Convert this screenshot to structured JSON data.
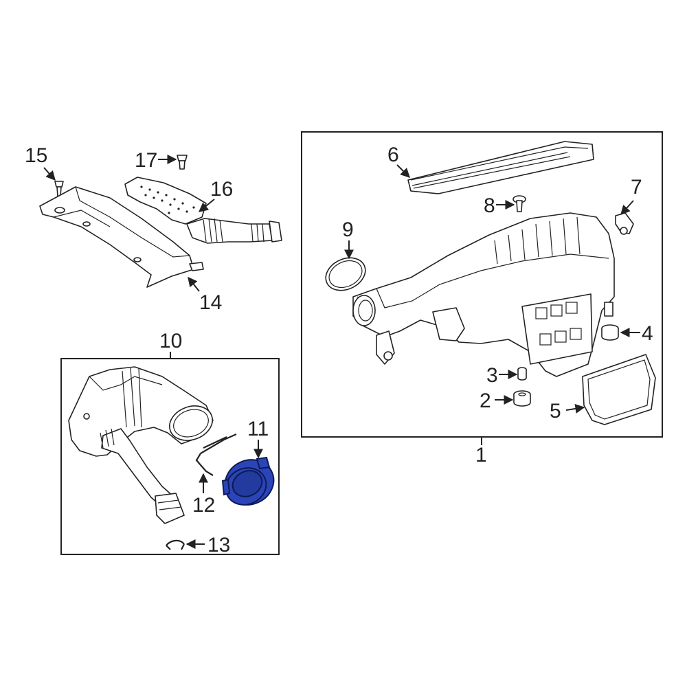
{
  "colors": {
    "line": "#222222",
    "highlight": "#2b44b8",
    "background": "#ffffff"
  },
  "callouts": {
    "c1": "1",
    "c2": "2",
    "c3": "3",
    "c4": "4",
    "c5": "5",
    "c6": "6",
    "c7": "7",
    "c8": "8",
    "c9": "9",
    "c10": "10",
    "c11": "11",
    "c12": "12",
    "c13": "13",
    "c14": "14",
    "c15": "15",
    "c16": "16",
    "c17": "17"
  },
  "highlighted_part": "11"
}
